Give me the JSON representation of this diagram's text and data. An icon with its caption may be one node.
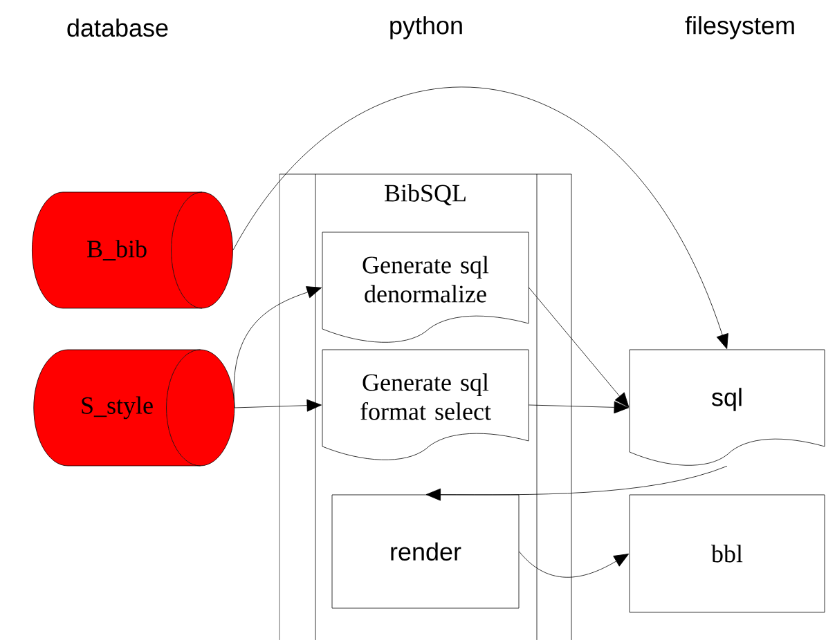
{
  "diagram": {
    "nodes": [
      {
        "text": [
          "BibSQL"
        ]
      },
      {
        "text": [
          "B_bib"
        ]
      },
      {
        "text": [
          "S_style"
        ]
      },
      {
        "text": [
          "Generate sql denormalize"
        ],
        "in": 0
      },
      {
        "text": [
          "Generate sql format select"
        ],
        "in": 0
      },
      {
        "text": [
          "render"
        ],
        "in": 0
      },
      {
        "text": [
          "sql"
        ]
      },
      {
        "text": [
          "bbl"
        ]
      }
    ],
    "edges": [
      {
        "from": 1,
        "to": 6,
        "arrow": "to"
      },
      {
        "from": 2,
        "to": 3,
        "arrow": "to"
      },
      {
        "from": 2,
        "to": 4,
        "arrow": "to"
      },
      {
        "from": 3,
        "to": 6,
        "arrow": "to"
      },
      {
        "from": 4,
        "to": 6,
        "arrow": "to"
      },
      {
        "from": 6,
        "to": 5,
        "arrow": "to"
      },
      {
        "from": 5,
        "to": 7,
        "arrow": "to"
      }
    ],
    "labels": [
      "database",
      "python",
      "filesystem"
    ]
  }
}
